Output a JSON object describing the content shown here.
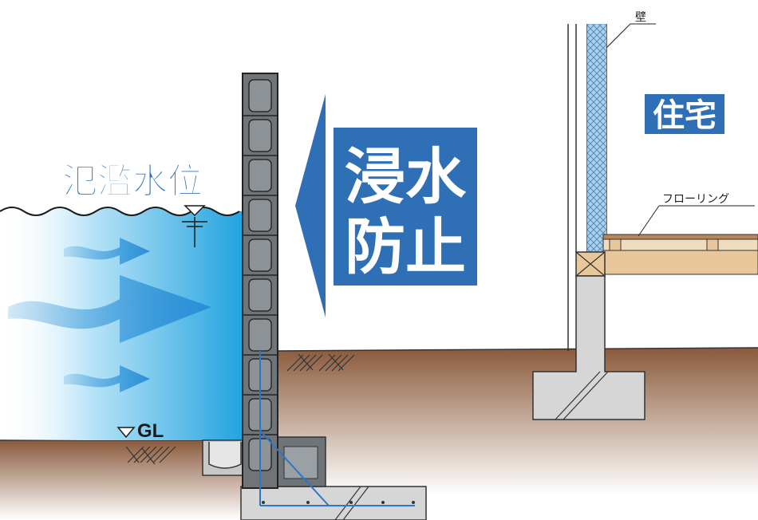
{
  "labels": {
    "flood_level": "氾濫水位",
    "house": "住宅",
    "prevent_line1": "浸水",
    "prevent_line2": "防止",
    "wall": "壁",
    "flooring": "フローリング",
    "gl": "GL"
  },
  "colors": {
    "accent_blue": "#2e6fb5",
    "water_blue": "#2aa6e0",
    "soil": "#8a5a3c",
    "wall_block": "#6f7478",
    "concrete": "#d9d9d9",
    "wood": "#e8c89a"
  },
  "icons": {
    "water_level": "triangle-water-level-icon",
    "flow": "flow-arrow-icon",
    "direction": "chevron-left-arrow-icon"
  }
}
